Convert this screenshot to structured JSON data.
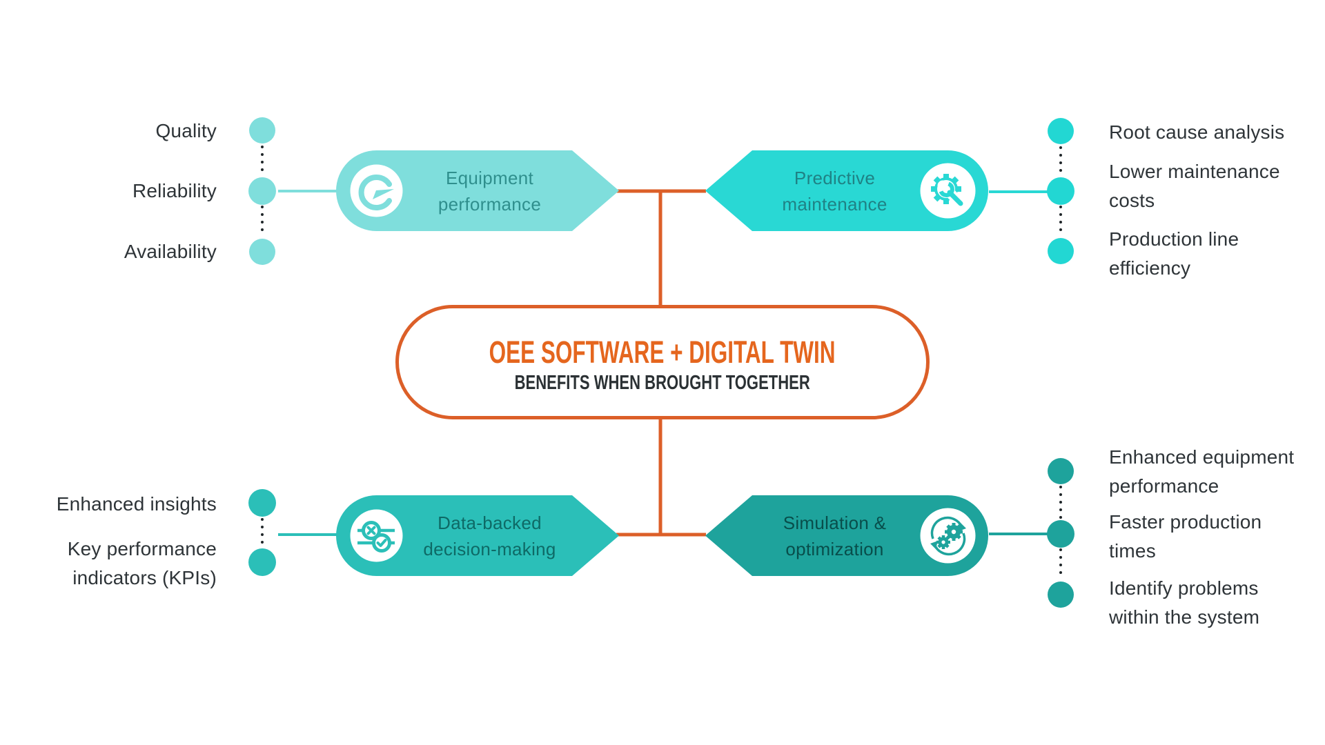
{
  "title": {
    "main": "OEE SOFTWARE + DIGITAL TWIN",
    "subtitle": "BENEFITS WHEN BROUGHT TOGETHER"
  },
  "nodes": {
    "equipment": {
      "label": "Equipment\nperformance",
      "icon": "speedometer-icon",
      "color": "#7fdedc"
    },
    "predictive": {
      "label": "Predictive\nmaintenance",
      "icon": "gear-wrench-icon",
      "color": "#29d8d4"
    },
    "data_backed": {
      "label": "Data-backed\ndecision-making",
      "icon": "decision-check-icon",
      "color": "#2bbfb8"
    },
    "simulation": {
      "label": "Simulation &\noptimization",
      "icon": "gears-cycle-icon",
      "color": "#1ea39c"
    }
  },
  "benefits": {
    "top_left": [
      "Quality",
      "Reliability",
      "Availability"
    ],
    "top_right": [
      "Root cause analysis",
      "Lower maintenance\ncosts",
      "Production line\nefficiency"
    ],
    "bottom_left": [
      "Enhanced insights",
      "Key performance\nindicators (KPIs)"
    ],
    "bottom_right": [
      "Enhanced equipment\nperformance",
      "Faster production\ntimes",
      "Identify problems\nwithin the system"
    ]
  },
  "colors": {
    "accent_orange": "#dc5f28",
    "title_orange": "#e5661e",
    "teal_light": "#7fdedc",
    "cyan_bright": "#29d8d4",
    "teal_mid": "#2bbfb8",
    "teal_dark": "#1ea39c",
    "text_dark": "#2e3438",
    "dotted_line": "#1f2629"
  }
}
